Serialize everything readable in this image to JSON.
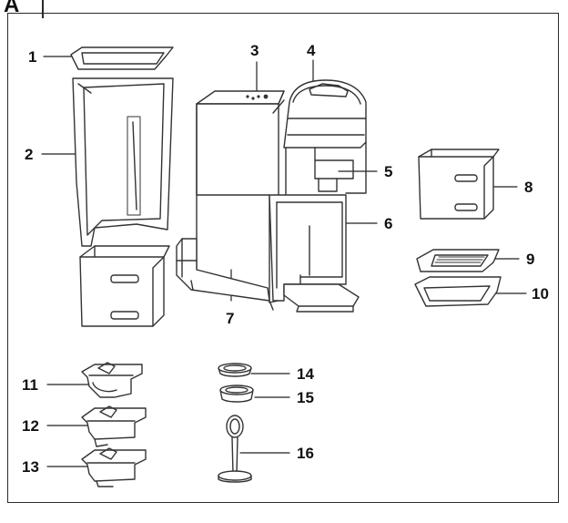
{
  "figure": {
    "section_label": "A",
    "callouts": [
      {
        "id": "1",
        "text": "1"
      },
      {
        "id": "2",
        "text": "2"
      },
      {
        "id": "3",
        "text": "3"
      },
      {
        "id": "4",
        "text": "4"
      },
      {
        "id": "5",
        "text": "5"
      },
      {
        "id": "6",
        "text": "6"
      },
      {
        "id": "7",
        "text": "7"
      },
      {
        "id": "8",
        "text": "8"
      },
      {
        "id": "9",
        "text": "9"
      },
      {
        "id": "10",
        "text": "10"
      },
      {
        "id": "11",
        "text": "11"
      },
      {
        "id": "12",
        "text": "12"
      },
      {
        "id": "13",
        "text": "13"
      },
      {
        "id": "14",
        "text": "14"
      },
      {
        "id": "15",
        "text": "15"
      },
      {
        "id": "16",
        "text": "16"
      }
    ]
  }
}
